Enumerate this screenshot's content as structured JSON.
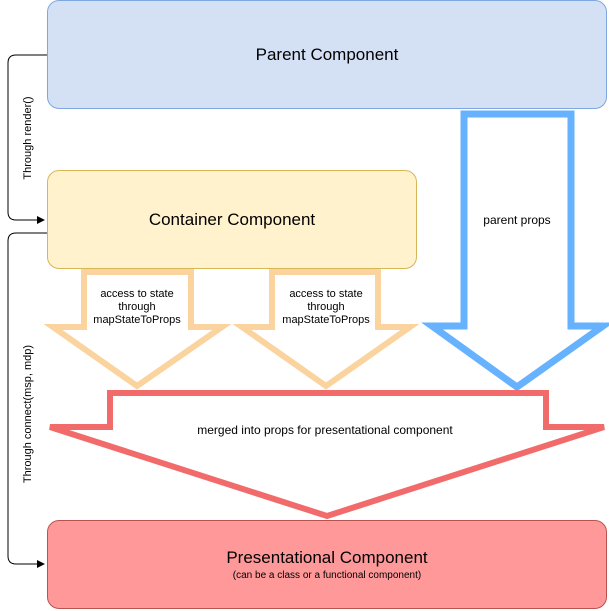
{
  "nodes": {
    "parent": {
      "label": "Parent Component"
    },
    "container": {
      "label": "Container Component"
    },
    "presentational": {
      "label": "Presentational Component",
      "sublabel": "(can be a class or a functional component)"
    }
  },
  "arrows": {
    "state_left": {
      "line1": "access to state",
      "line2": "through",
      "line3": "mapStateToProps"
    },
    "state_right": {
      "line1": "access to state",
      "line2": "through",
      "line3": "mapStateToProps"
    },
    "parent_props": {
      "label": "parent props"
    },
    "merged": {
      "label": "merged into props for presentational component"
    }
  },
  "connectors": {
    "render": {
      "label": "Through render()"
    },
    "connect": {
      "label": "Through connect(msp, mdp)"
    }
  },
  "colors": {
    "parent_fill": "#d4e1f5",
    "parent_stroke": "#7ea6e0",
    "container_fill": "#fff2cc",
    "container_stroke": "#d6b656",
    "presentational_fill": "#ff9999",
    "presentational_stroke": "#b85450",
    "state_arrow": "#fad39e",
    "props_arrow": "#66b2ff",
    "merge_arrow": "#f26b6b",
    "connector": "#000000"
  }
}
